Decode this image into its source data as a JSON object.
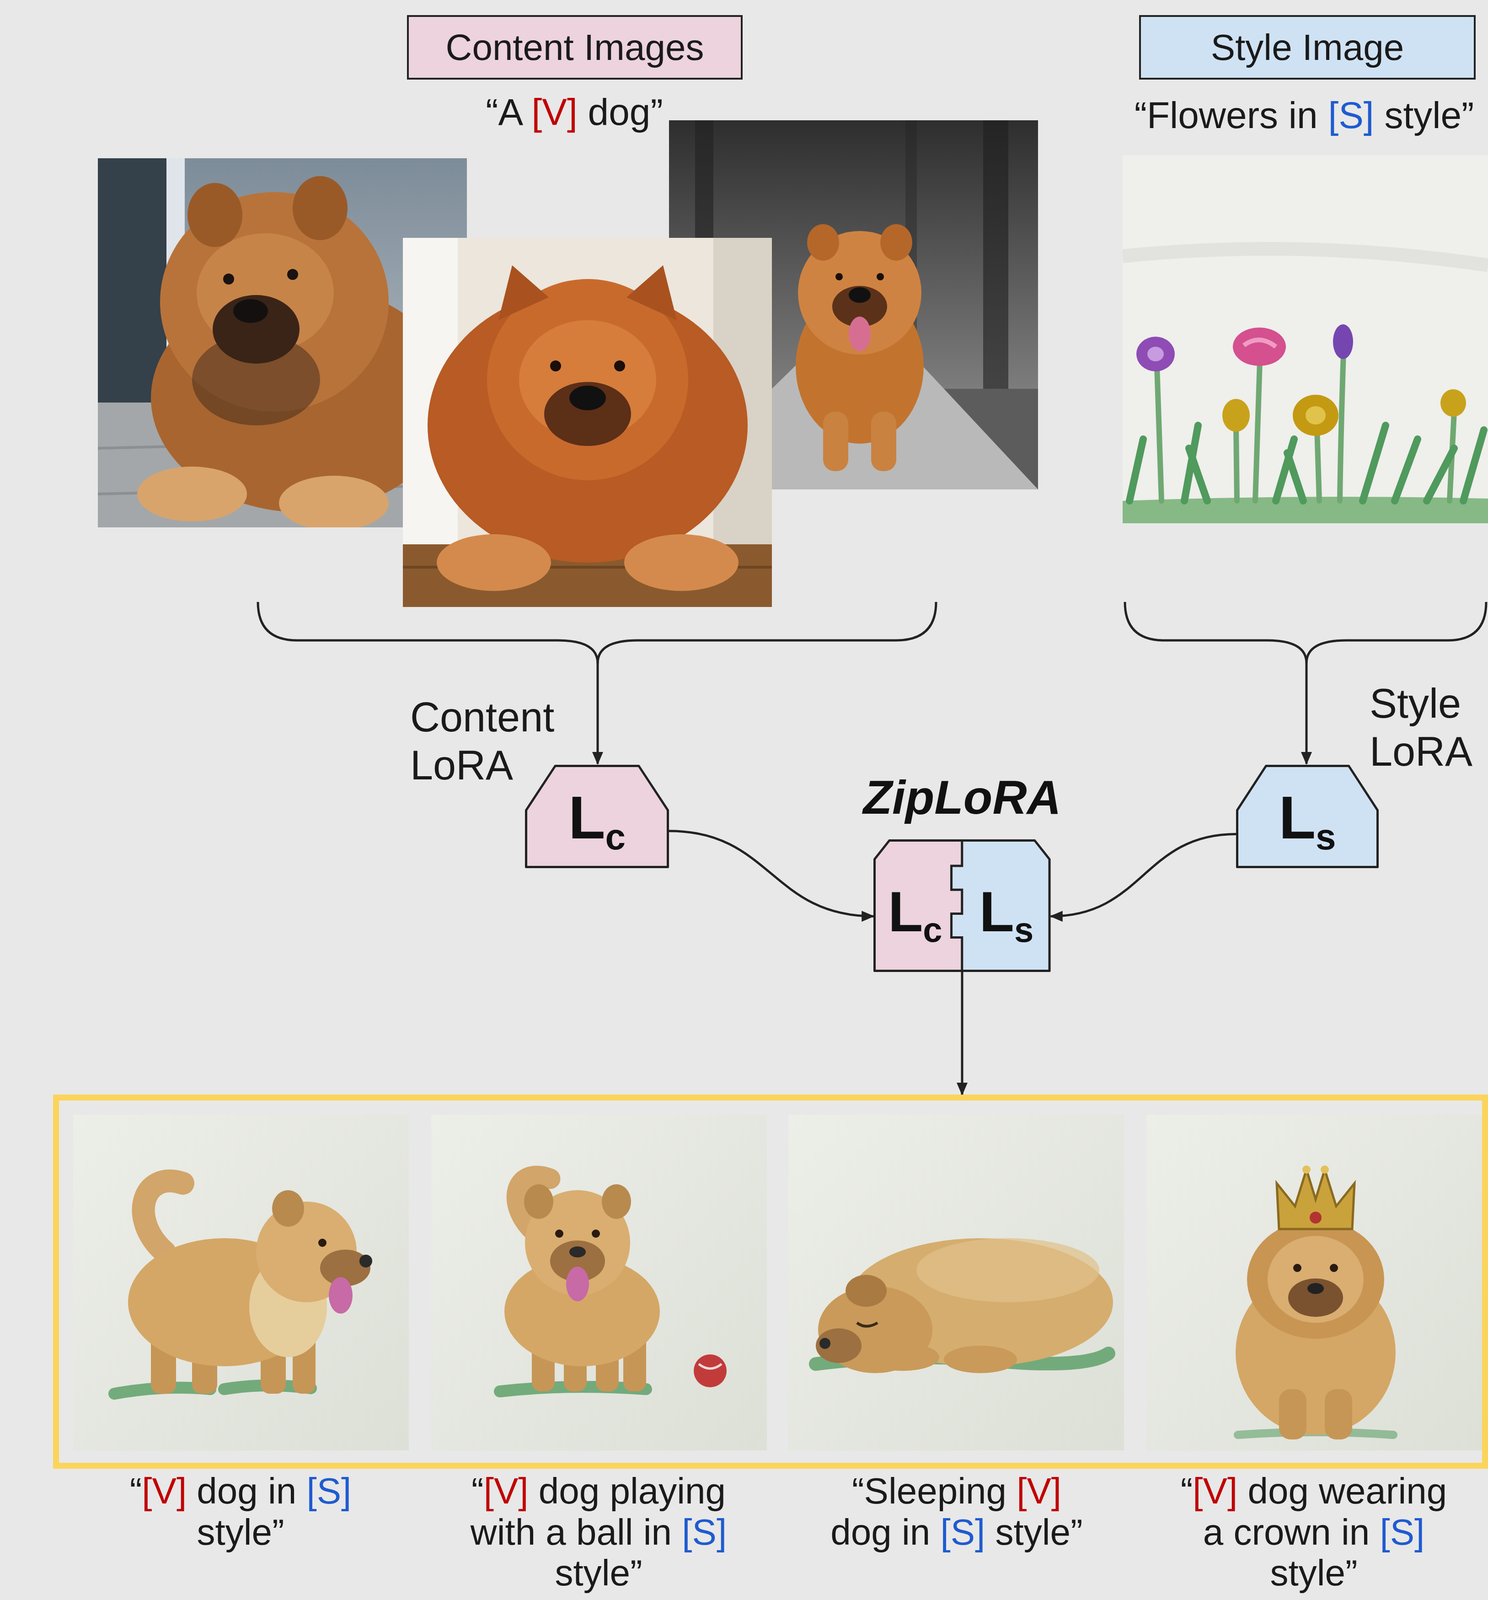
{
  "diagram": {
    "nodes": [
      {
        "text": [
          "Content Images"
        ]
      },
      {
        "text": [
          "Style Image"
        ]
      },
      {
        "text": [
          "Content LoRA",
          "L",
          "c"
        ]
      },
      {
        "text": [
          "Style LoRA",
          "L",
          "s"
        ]
      },
      {
        "text": [
          "ZipLoRA",
          "L",
          "c",
          "L",
          "s"
        ]
      },
      {
        "text": [
          "“[V] dog in [S] style”",
          "“[V] dog playing with a ball in [S] style”",
          "“Sleeping [V] dog in [S] style”",
          "“[V] dog wearing a crown in [S] style”"
        ]
      }
    ],
    "edges": [
      {
        "from": 2,
        "to": 4,
        "arrow": "to"
      },
      {
        "from": 3,
        "to": 4,
        "arrow": "to"
      },
      {
        "from": 4,
        "to": 5,
        "arrow": "to"
      }
    ],
    "labels": [
      "“A [V] dog”",
      "“Flowers in [S] style”"
    ]
  }
}
